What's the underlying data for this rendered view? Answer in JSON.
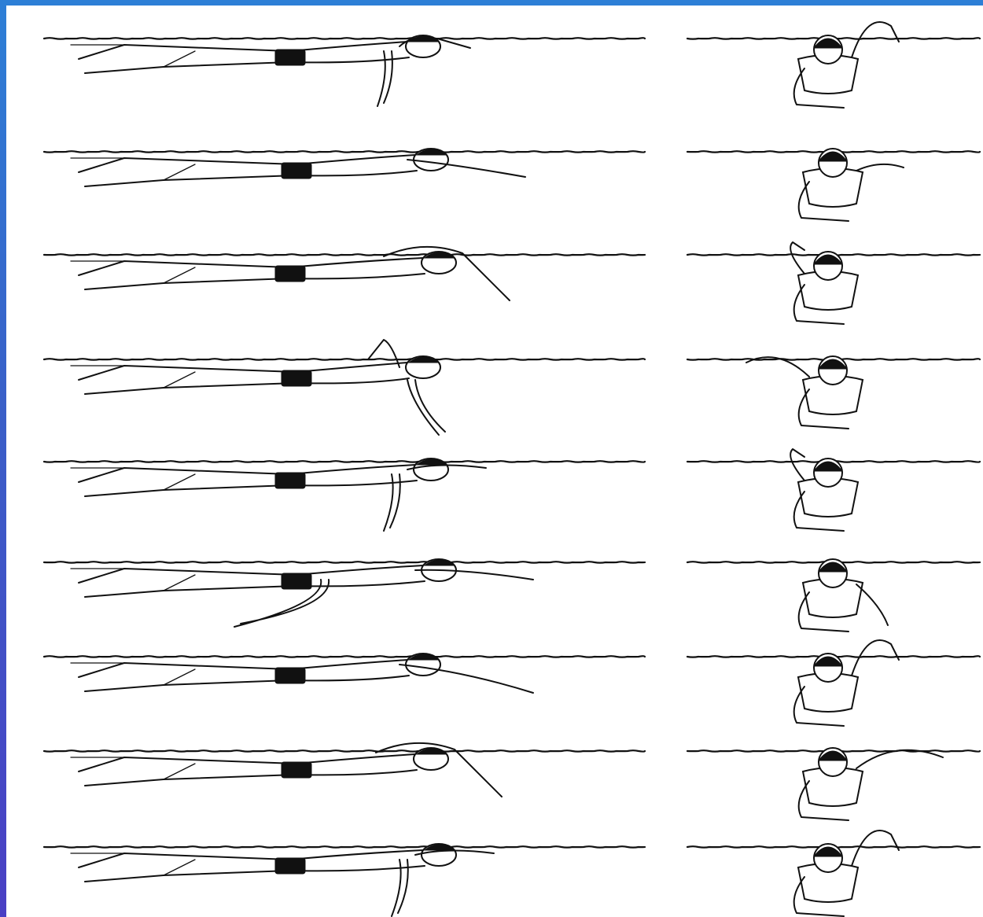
{
  "figure": {
    "subject": "freestyle-stroke-phases",
    "colors": {
      "border_gradient_top": "#2d7fd6",
      "border_gradient_bottom": "#4a3fc4",
      "panel": "#ffffff",
      "ink": "#111111"
    },
    "rows": [
      {
        "phase": 1,
        "side_arm": "recovery-high",
        "front_arm": "raised-right"
      },
      {
        "phase": 2,
        "side_arm": "extended",
        "front_arm": "entry"
      },
      {
        "phase": 3,
        "side_arm": "recovery-over",
        "front_arm": "raised-left"
      },
      {
        "phase": 4,
        "side_arm": "high-elbow",
        "front_arm": "wide-left"
      },
      {
        "phase": 5,
        "side_arm": "pull-down",
        "front_arm": "raised-left"
      },
      {
        "phase": 6,
        "side_arm": "push",
        "front_arm": "catch-right"
      },
      {
        "phase": 7,
        "side_arm": "glide",
        "front_arm": "raised-right"
      },
      {
        "phase": 8,
        "side_arm": "recovery-over",
        "front_arm": "wide-right"
      },
      {
        "phase": 9,
        "side_arm": "pull-down",
        "front_arm": "raised-right"
      }
    ]
  }
}
